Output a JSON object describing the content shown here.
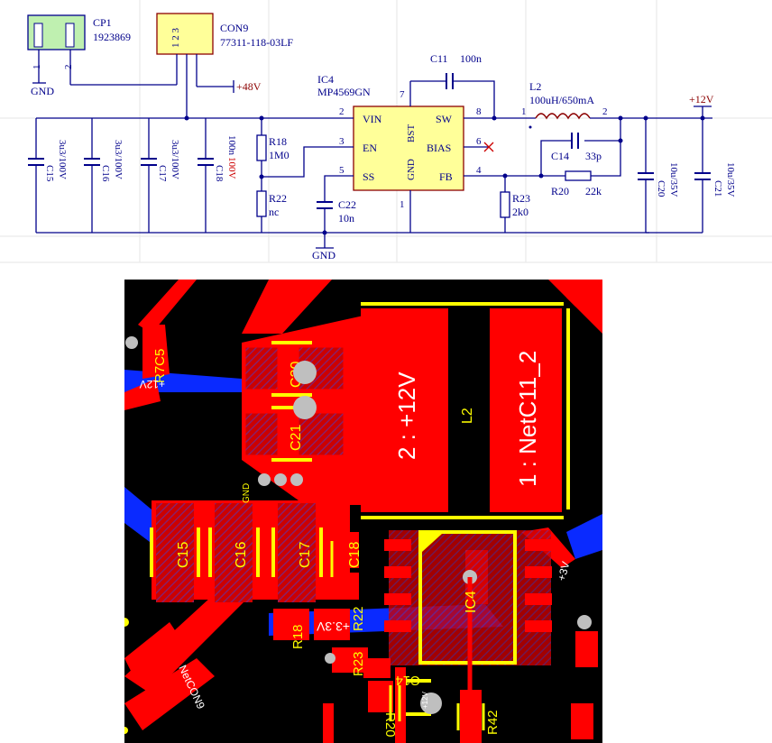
{
  "schematic": {
    "cp1": {
      "ref": "CP1",
      "part": "1923869",
      "pin1": "1",
      "pin2": "2"
    },
    "con9": {
      "ref": "CON9",
      "part": "77311-118-03LF",
      "pins": "1 2 3"
    },
    "gnd": "GND",
    "p48": "+48V",
    "p12": "+12V",
    "ic4": {
      "ref": "IC4",
      "part": "MP4569GN",
      "vin": "VIN",
      "en": "EN",
      "ss": "SS",
      "bst": "BST",
      "gndpin": "GND",
      "sw": "SW",
      "bias": "BIAS",
      "fb": "FB",
      "n2": "2",
      "n3": "3",
      "n5": "5",
      "n7": "7",
      "n1": "1",
      "n8": "8",
      "n6": "6",
      "n4": "4"
    },
    "c11": {
      "ref": "C11",
      "val": "100n"
    },
    "l2": {
      "ref": "L2",
      "val": "100uH/650mA",
      "n1": "1",
      "n2": "2"
    },
    "c14": {
      "ref": "C14",
      "val": "33p"
    },
    "r20": {
      "ref": "R20",
      "val": "22k"
    },
    "r18": {
      "ref": "R18",
      "val": "1M0"
    },
    "r22": {
      "ref": "R22",
      "val": "nc"
    },
    "c22": {
      "ref": "C22",
      "val": "10n"
    },
    "r23": {
      "ref": "R23",
      "val": "2k0"
    },
    "c15": {
      "ref": "C15",
      "val": "3u3/100V"
    },
    "c16": {
      "ref": "C16",
      "val": "3u3/100V"
    },
    "c17": {
      "ref": "C17",
      "val": "3u3/100V"
    },
    "c18": {
      "ref": "C18",
      "val": "100n",
      "val2": "100V"
    },
    "c20": {
      "ref": "C20",
      "val": "10u/35V"
    },
    "c21": {
      "ref": "C21",
      "val": "10u/35V"
    }
  },
  "pcb": {
    "pad_p12": "2 : +12V",
    "pad_net": "1 : NetC11_2",
    "l2": "L2",
    "c20": "C20",
    "c21": "C21",
    "gnd": "GND",
    "c15": "C15",
    "c16": "C16",
    "c17": "C17",
    "c18": "C18",
    "ic4": "IC4",
    "r18": "R18",
    "r22": "R22",
    "r23": "R23",
    "c14": "C14",
    "r20": "R20",
    "r42": "R42",
    "r7c5": "R7C5",
    "net12": "+12V",
    "net12b": "+12V",
    "net33": "+3.3V",
    "netcon": "NetCON9",
    "net3v": "+3V"
  },
  "colors": {
    "copper": "#ff0000",
    "bottom": "#0a2aff",
    "silk": "#ffff00",
    "board": "#000000",
    "wire": "#00008b",
    "ic_fill": "#ffff99"
  }
}
